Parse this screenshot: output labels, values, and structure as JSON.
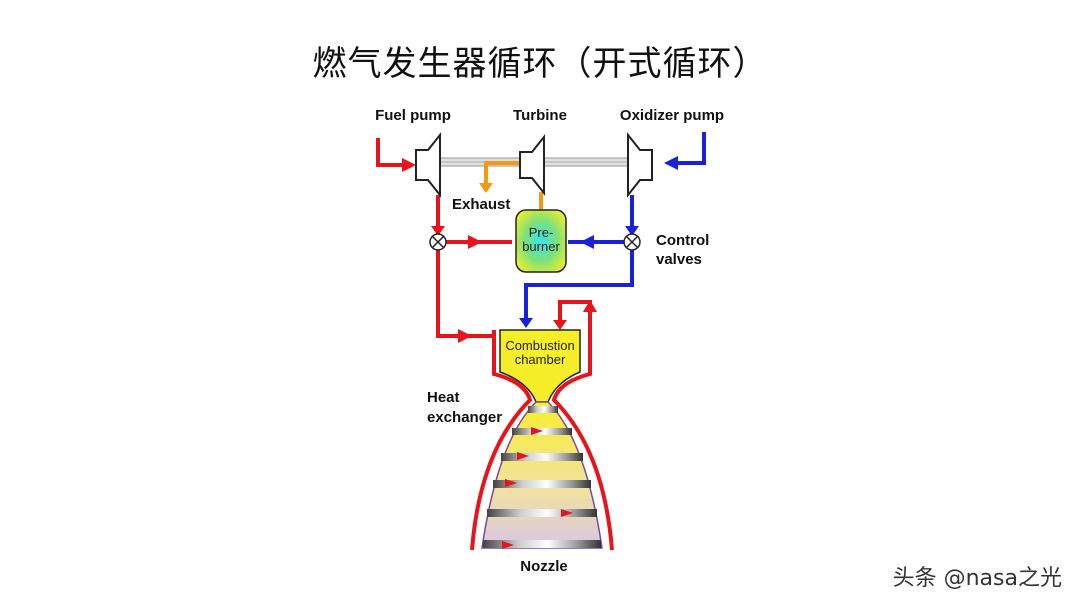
{
  "title": "燃气发生器循环（开式循环）",
  "labels": {
    "fuel_pump": "Fuel pump",
    "turbine": "Turbine",
    "oxidizer_pump": "Oxidizer pump",
    "exhaust": "Exhaust",
    "preburner_line1": "Pre-",
    "preburner_line2": "burner",
    "control_valves_line1": "Control",
    "control_valves_line2": "valves",
    "combustion_line1": "Combustion",
    "combustion_line2": "chamber",
    "heat_exchanger_line1": "Heat",
    "heat_exchanger_line2": "exchanger",
    "nozzle": "Nozzle"
  },
  "watermark": "头条 @nasa之光",
  "colors": {
    "fuel": "#e8141b",
    "oxidizer": "#1a22d8",
    "exhaust": "#f29a12",
    "chamber": "#f7ee2a",
    "shaft": "#999999"
  }
}
